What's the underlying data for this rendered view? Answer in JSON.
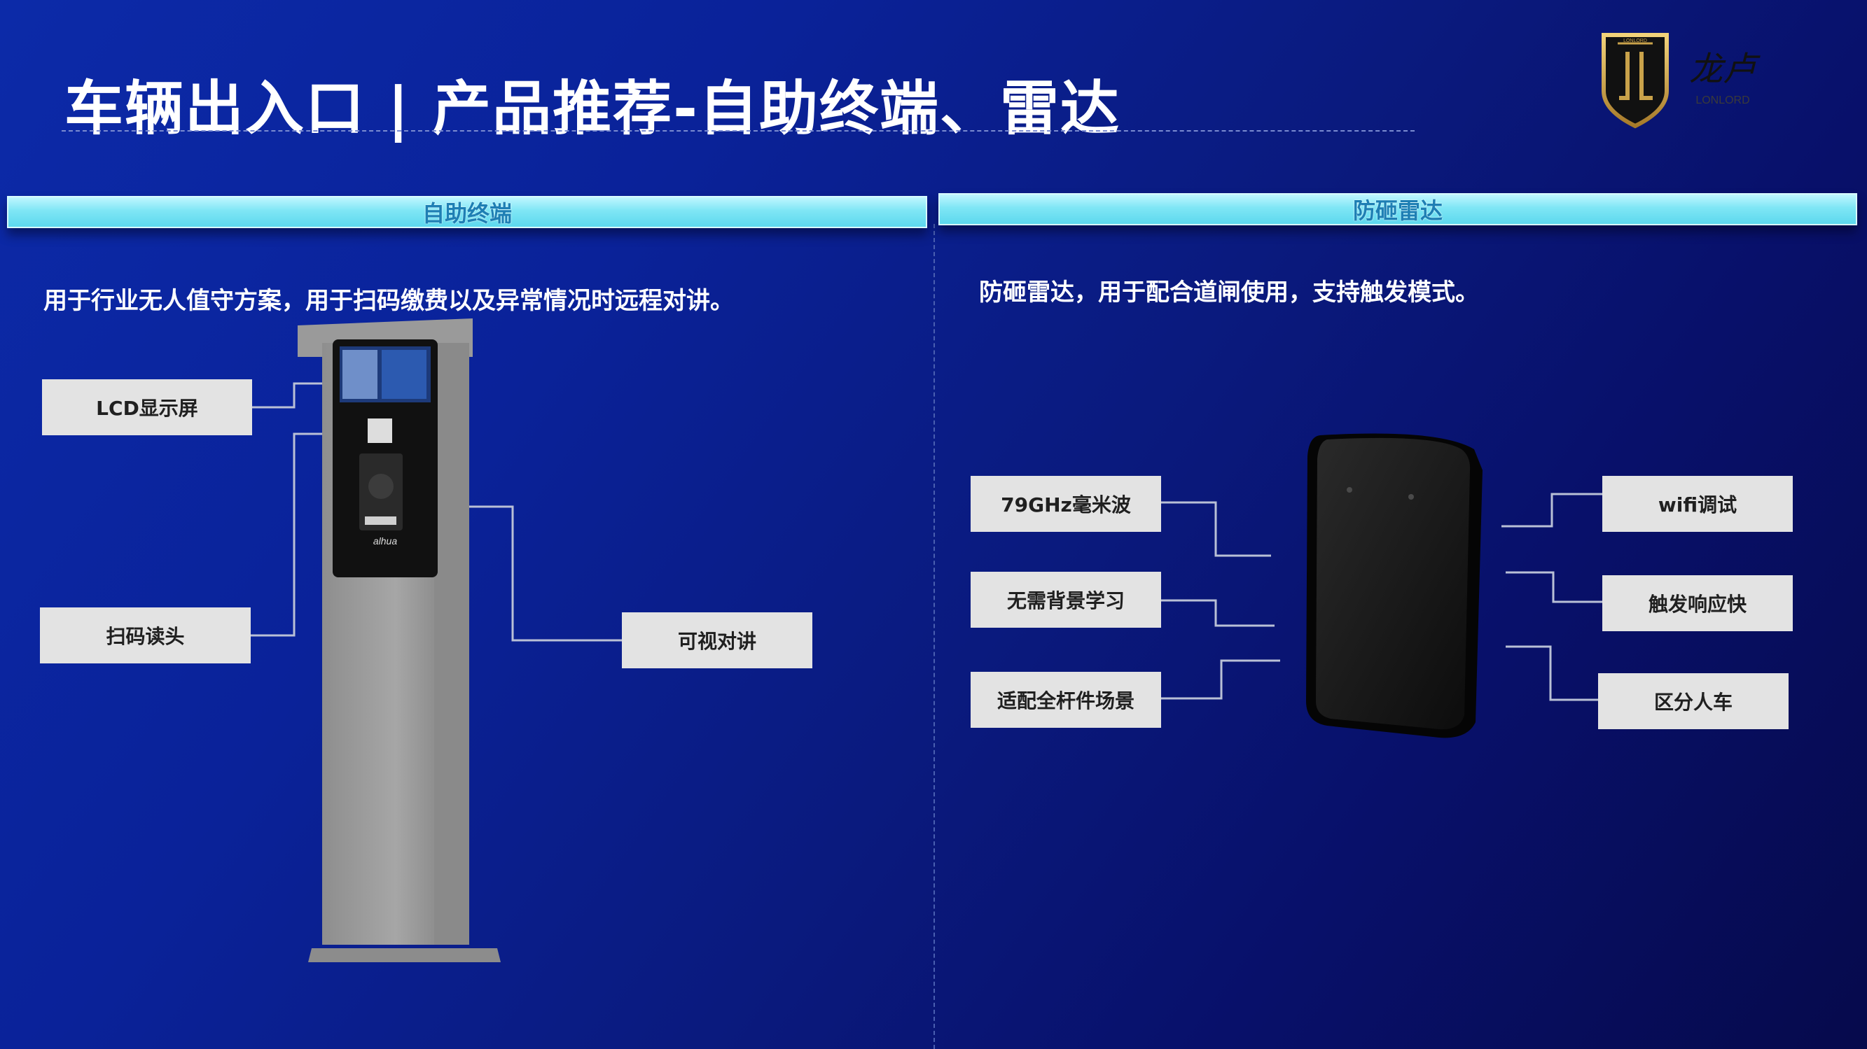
{
  "title": "车辆出入口 | 产品推荐-自助终端、雷达",
  "logo": {
    "small_text": "LONLORD",
    "chinese_text": "龙卢",
    "english_text": "LONLORD"
  },
  "left_section": {
    "header": "自助终端",
    "description": "用于行业无人值守方案，用于扫码缴费以及异常情况时远程对讲。",
    "labels": {
      "lcd": "LCD显示屏",
      "scanner": "扫码读头",
      "intercom": "可视对讲"
    },
    "device_brand": "alhua"
  },
  "right_section": {
    "header": "防砸雷达",
    "description": "防砸雷达，用于配合道闸使用，支持触发模式。",
    "labels": {
      "mmwave": "79GHz毫米波",
      "no_bg_learning": "无需背景学习",
      "all_pole": "适配全杆件场景",
      "wifi": "wifi调试",
      "fast_trigger": "触发响应快",
      "person_vehicle": "区分人车"
    }
  },
  "colors": {
    "background_start": "#0c2aa8",
    "background_end": "#060a4c",
    "section_bar": "#7fe6f5",
    "section_text": "#1e7fb4",
    "label_bg": "#e3e3e3",
    "logo_gold": "#c9a24a"
  }
}
